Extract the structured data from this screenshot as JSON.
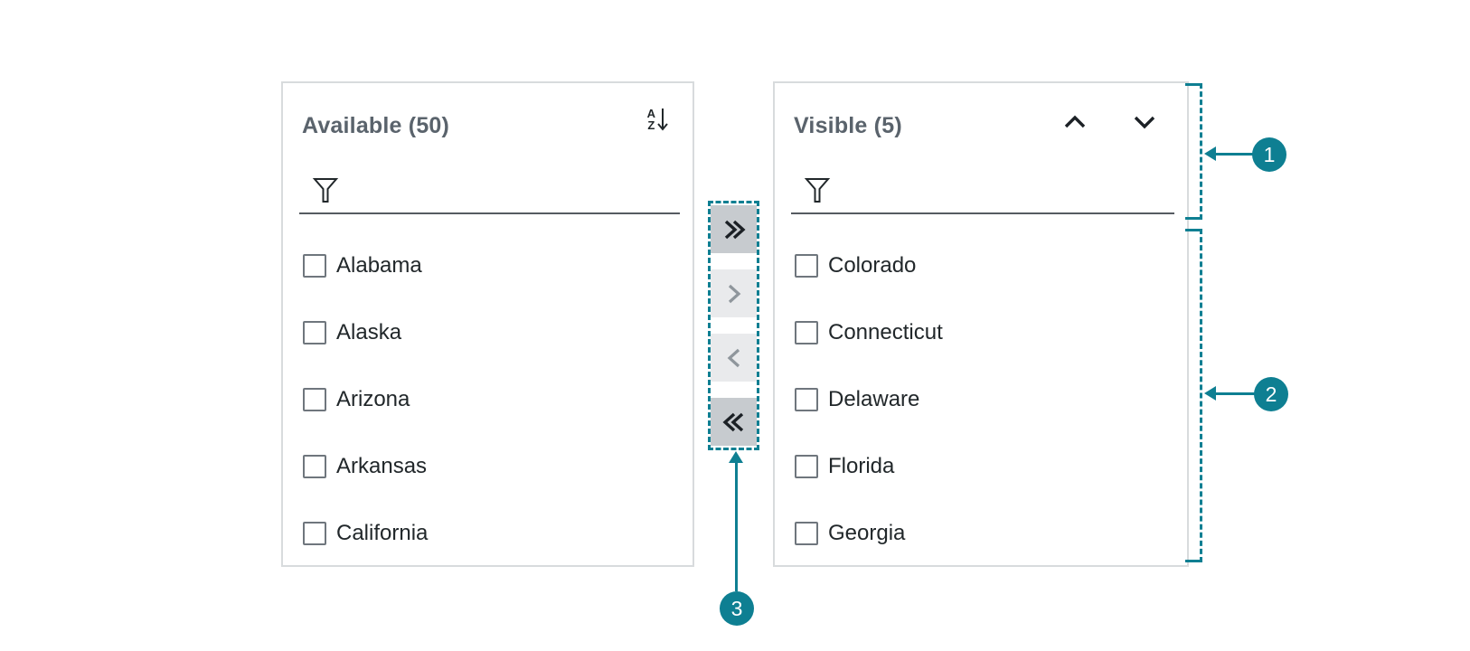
{
  "colors": {
    "accent_teal": "#0E7F92",
    "panel_border": "#D8DBDD",
    "title_text": "#5A636C",
    "item_text": "#21272A",
    "filter_underline": "#565B61",
    "button_dark_bg": "#C7CBCF",
    "button_dark_icon": "#1B2025",
    "button_light_bg": "#E9EAEC",
    "button_light_icon": "#8F969C",
    "checkbox_border": "#6F767D"
  },
  "left_panel": {
    "title": "Available (50)",
    "sort_icon": {
      "letter_top": "A",
      "letter_bottom": "Z"
    },
    "filter": {
      "value": ""
    },
    "items": [
      {
        "label": "Alabama",
        "checked": false
      },
      {
        "label": "Alaska",
        "checked": false
      },
      {
        "label": "Arizona",
        "checked": false
      },
      {
        "label": "Arkansas",
        "checked": false
      },
      {
        "label": "California",
        "checked": false
      }
    ]
  },
  "right_panel": {
    "title": "Visible (5)",
    "filter": {
      "value": ""
    },
    "items": [
      {
        "label": "Colorado",
        "checked": false
      },
      {
        "label": "Connecticut",
        "checked": false
      },
      {
        "label": "Delaware",
        "checked": false
      },
      {
        "label": "Florida",
        "checked": false
      },
      {
        "label": "Georgia",
        "checked": false
      }
    ]
  },
  "transfer_buttons": [
    {
      "icon": "double-chevron-right-icon",
      "action": "move-all-right",
      "style": "emphasized"
    },
    {
      "icon": "chevron-right-icon",
      "action": "move-selected-right",
      "style": "subtle"
    },
    {
      "icon": "chevron-left-icon",
      "action": "move-selected-left",
      "style": "subtle"
    },
    {
      "icon": "double-chevron-left-icon",
      "action": "move-all-left",
      "style": "emphasized"
    }
  ],
  "annotations": [
    {
      "number": "1",
      "target": "panel-header-region"
    },
    {
      "number": "2",
      "target": "list-region"
    },
    {
      "number": "3",
      "target": "transfer-buttons"
    }
  ]
}
